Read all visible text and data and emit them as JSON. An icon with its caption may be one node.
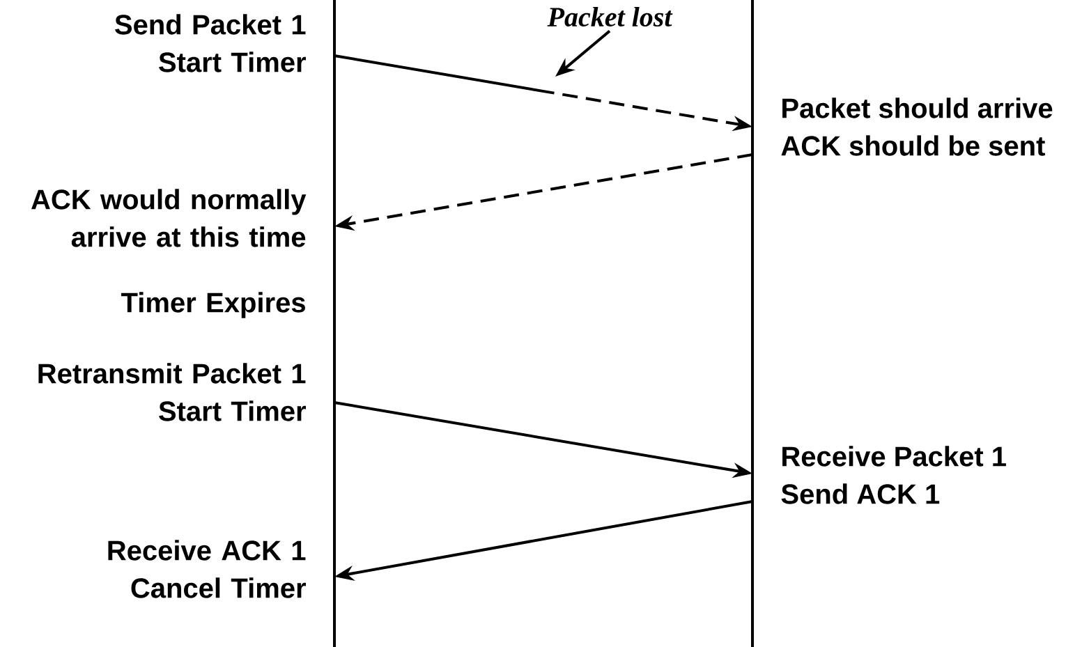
{
  "diagram": {
    "nodes": [
      {
        "text": [
          "Send Packet 1",
          "Start Timer"
        ]
      },
      {
        "text": [
          "Packet lost"
        ]
      },
      {
        "text": [
          "Packet should arrive",
          "ACK should be sent"
        ]
      },
      {
        "text": [
          "ACK would normally arrive at this time"
        ]
      },
      {
        "text": [
          "Timer Expires"
        ]
      },
      {
        "text": [
          "Retransmit Packet 1",
          "Start Timer"
        ]
      },
      {
        "text": [
          "Receive Packet 1",
          "Send ACK 1"
        ]
      },
      {
        "text": [
          "Receive ACK 1",
          "Cancel Timer"
        ]
      }
    ],
    "edges": [
      {
        "from": 0,
        "to": 2,
        "arrow": "to",
        "style": "dashed"
      },
      {
        "from": 1,
        "to": null,
        "arrow": "to"
      },
      {
        "from": 2,
        "to": 3,
        "arrow": "to",
        "style": "dashed"
      },
      {
        "from": 5,
        "to": 6,
        "arrow": "to"
      },
      {
        "from": 6,
        "to": 7,
        "arrow": "to"
      }
    ]
  }
}
